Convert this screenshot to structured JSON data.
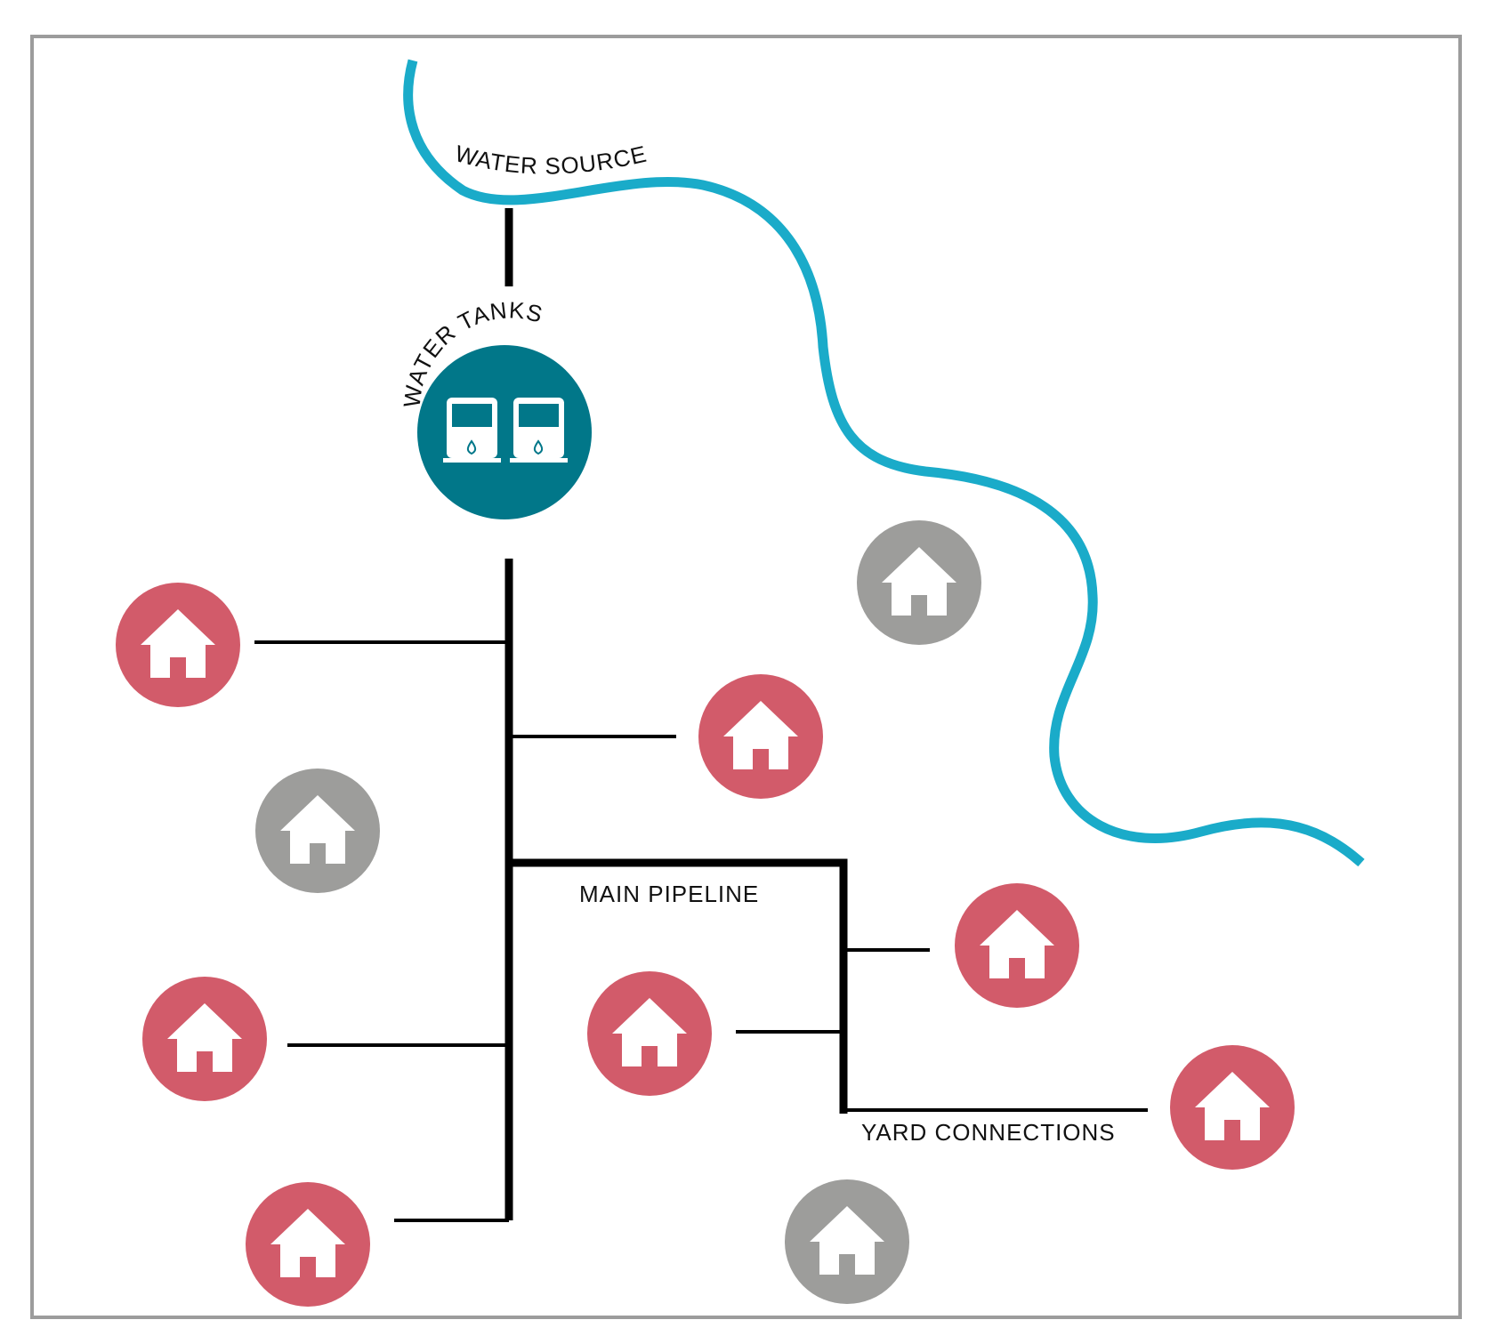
{
  "labels": {
    "water_source": "WATER SOURCE",
    "water_tanks": "WATER TANKS",
    "main_pipeline": "MAIN PIPELINE",
    "yard_connections": "YARD CONNECTIONS"
  },
  "colors": {
    "river": "#1aabc9",
    "tanks_circle": "#017789",
    "connected_house": "#d25b6a",
    "unconnected_house": "#9d9d9b",
    "pipeline": "#000000",
    "frame": "#9c9c9c"
  },
  "houses": [
    {
      "id": "house-left-upper",
      "connected": true
    },
    {
      "id": "house-left-middle-gray",
      "connected": false
    },
    {
      "id": "house-left-lower",
      "connected": true
    },
    {
      "id": "house-left-bottom",
      "connected": true
    },
    {
      "id": "house-center-upper",
      "connected": true
    },
    {
      "id": "house-center-lower",
      "connected": true
    },
    {
      "id": "house-right-upper-gray",
      "connected": false
    },
    {
      "id": "house-right-middle",
      "connected": true
    },
    {
      "id": "house-right-lower",
      "connected": true
    },
    {
      "id": "house-bottom-gray",
      "connected": false
    }
  ]
}
